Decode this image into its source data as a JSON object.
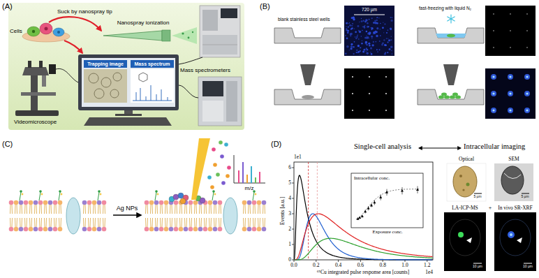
{
  "diagram": {
    "nodes": [
      {
        "text": [
          "Trapping image"
        ]
      },
      {
        "text": [
          "Mass spectrum"
        ]
      }
    ],
    "labels": [
      "(A)",
      "Suck by nanospray tip",
      "Nanospray ionization",
      "Cells",
      "Mass spectrometers",
      "Videomicroscope",
      "(B)",
      "blank stainless steel wells",
      "720 µm",
      "fast-freezing with liquid N₂",
      "(C)",
      "Ag NPs",
      "m/z",
      "(D)",
      "Single-cell analysis",
      "Intracellular imaging",
      "1e1",
      "0",
      "1",
      "2",
      "3",
      "4",
      "5",
      "6",
      "0.0",
      "0.2",
      "0.4",
      "0.6",
      "0.8",
      "1.0",
      "1.2",
      "1e4",
      "Events [a.u.]",
      "⁶⁵Cu integrated pulse response area [counts]",
      "Intracellular conc.",
      "Exposure conc.",
      "Optical",
      "SEM",
      "LA-ICP-MS",
      "+",
      "In vivo SR-XRF",
      "5 µm",
      "5 µm",
      "10 µm",
      "10 µm"
    ]
  }
}
